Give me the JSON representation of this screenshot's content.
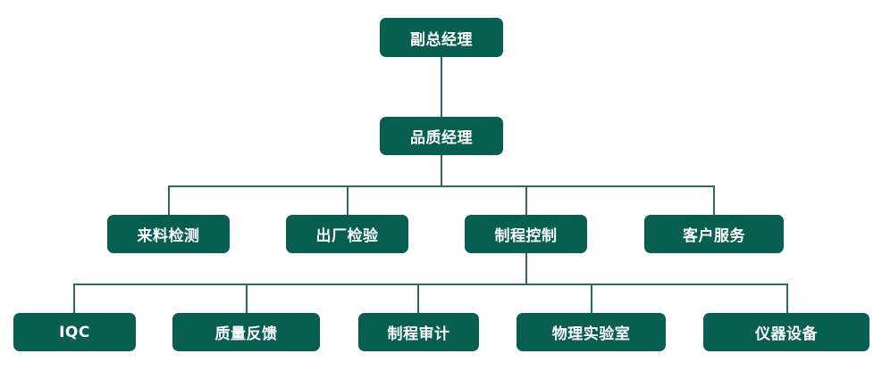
{
  "diagram": {
    "colors": {
      "node_fill": "#075f52",
      "node_text": "#ffffff",
      "connector": "#2a6b5c",
      "background": "#ffffff"
    },
    "root": {
      "label": "副总经理"
    },
    "manager": {
      "label": "品质经理"
    },
    "departments": [
      {
        "label": "来料检测"
      },
      {
        "label": "出厂检验"
      },
      {
        "label": "制程控制"
      },
      {
        "label": "客户服务"
      }
    ],
    "subunits": [
      {
        "label": "IQC"
      },
      {
        "label": "质量反馈"
      },
      {
        "label": "制程审计"
      },
      {
        "label": "物理实验室"
      },
      {
        "label": "仪器设备"
      }
    ]
  }
}
